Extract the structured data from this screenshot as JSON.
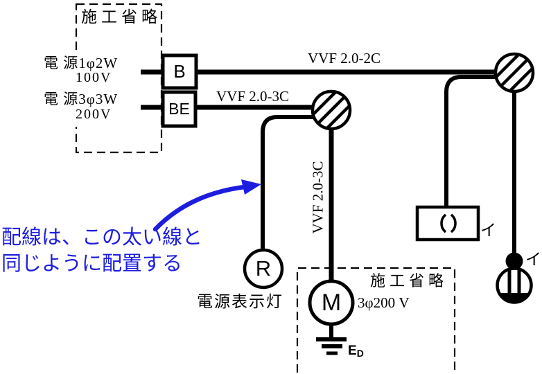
{
  "colors": {
    "ink": "#000000",
    "annotation_blue": "#1d1de0"
  },
  "panel": {
    "omission": "施工省略",
    "src1_line1": "電 源1φ2W",
    "src1_line2": "100V",
    "src2_line1": "電 源3φ3W",
    "src2_line2": "200V",
    "breaker1": "B",
    "breaker2": "BE"
  },
  "cables": {
    "c2c": "VVF 2.0-2C",
    "c3c": "VVF 2.0-3C",
    "c3c_vertical": "VVF 2.0-3C"
  },
  "note": {
    "line1": "配線は、この太い線と",
    "line2": "同じように配置する"
  },
  "lamp": {
    "letter": "R",
    "caption": "電源表示灯"
  },
  "motor": {
    "letter": "M",
    "rating": "3φ200 V",
    "omission": "施工省略"
  },
  "ground": {
    "main": "E",
    "sub": "D"
  },
  "fixtures": {
    "rose_label": "イ",
    "pendant_label": "イ"
  }
}
